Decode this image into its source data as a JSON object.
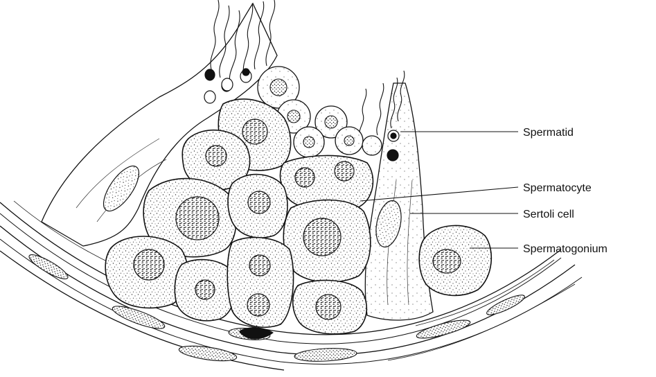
{
  "figure": {
    "labels": {
      "spermatid": "Spermatid",
      "spermatocyte": "Spermatocyte",
      "sertoli": "Sertoli cell",
      "spermatogonium": "Spermatogonium"
    }
  }
}
